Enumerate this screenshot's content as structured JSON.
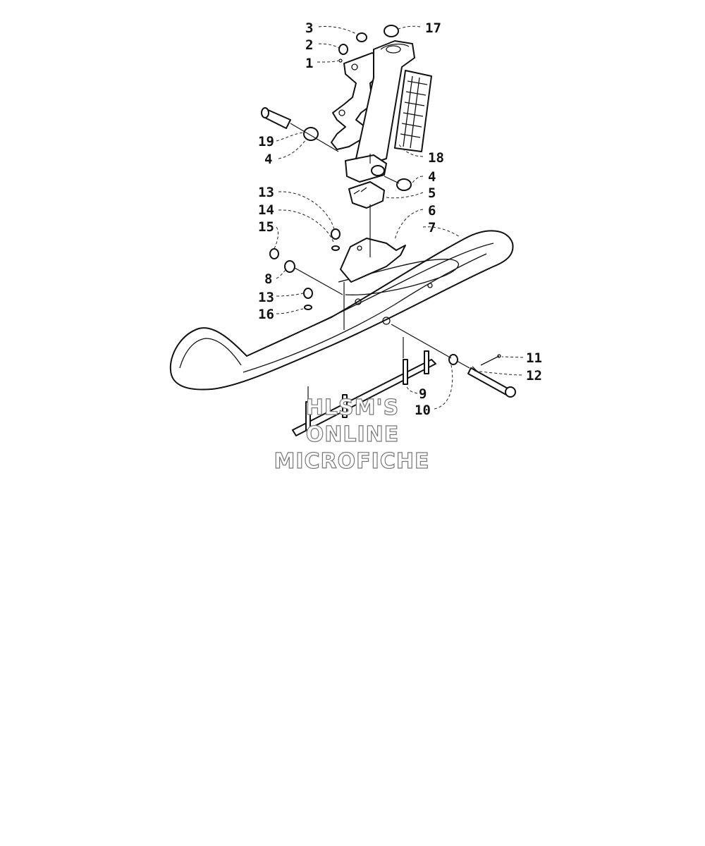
{
  "callouts": [
    {
      "id": "c3",
      "label": "3"
    },
    {
      "id": "c2",
      "label": "2"
    },
    {
      "id": "c1",
      "label": "1"
    },
    {
      "id": "c17",
      "label": "17"
    },
    {
      "id": "c19",
      "label": "19"
    },
    {
      "id": "c4a",
      "label": "4"
    },
    {
      "id": "c18",
      "label": "18"
    },
    {
      "id": "c4b",
      "label": "4"
    },
    {
      "id": "c5",
      "label": "5"
    },
    {
      "id": "c13a",
      "label": "13"
    },
    {
      "id": "c14",
      "label": "14"
    },
    {
      "id": "c6",
      "label": "6"
    },
    {
      "id": "c15",
      "label": "15"
    },
    {
      "id": "c7",
      "label": "7"
    },
    {
      "id": "c8",
      "label": "8"
    },
    {
      "id": "c13b",
      "label": "13"
    },
    {
      "id": "c16",
      "label": "16"
    },
    {
      "id": "c11",
      "label": "11"
    },
    {
      "id": "c12",
      "label": "12"
    },
    {
      "id": "c9",
      "label": "9"
    },
    {
      "id": "c10",
      "label": "10"
    }
  ],
  "watermark": {
    "line1": "HLSM'S",
    "line2": "ONLINE",
    "line3": "MICROFICHE"
  },
  "colors": {
    "line": "#111111",
    "background": "#ffffff",
    "watermark_outline": "#777777"
  }
}
